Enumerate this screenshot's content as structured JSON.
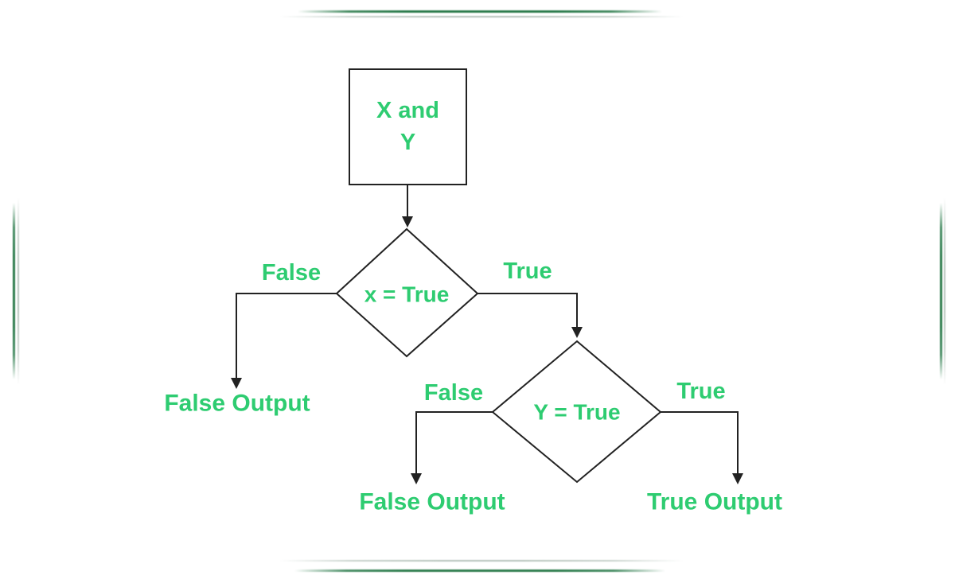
{
  "colors": {
    "background": "#ffffff",
    "text_green": "#2ecc71",
    "line_dark": "#222222",
    "frame_green": "#2e7d4e",
    "frame_gray": "#b7c4bc"
  },
  "flowchart": {
    "type": "decision-flowchart",
    "root": {
      "label_line1": "X and",
      "label_line2": "Y"
    },
    "decision1": {
      "label": "x = True",
      "false_branch_label": "False",
      "true_branch_label": "True",
      "false_output_label": "False Output"
    },
    "decision2": {
      "label": "Y = True",
      "false_branch_label": "False",
      "true_branch_label": "True",
      "false_output_label": "False Output",
      "true_output_label": "True Output"
    }
  }
}
